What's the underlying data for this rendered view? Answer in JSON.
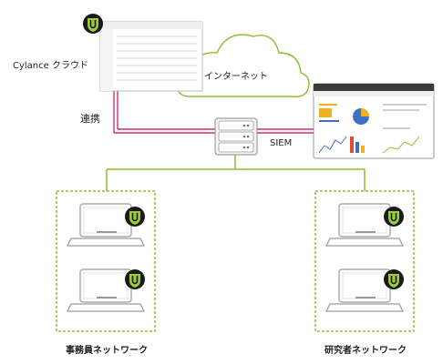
{
  "labels": {
    "cylance_cloud": "Cylance クラウド",
    "internet": "インターネット",
    "integration": "連携",
    "siem": "SIEM",
    "office_network": "事務員ネットワーク",
    "research_network": "研究者ネットワーク"
  },
  "colors": {
    "link": "#cc2f7c",
    "network": "#8dbf33",
    "cylance_badge": "#1a1a1a",
    "cylance_leaf": "#9ccc3c",
    "cloud_outline": "#8dbf33",
    "device_outline": "#9a9a9a"
  },
  "icons": {
    "cylance_logo": "cylance-shield-icon",
    "server": "server-icon",
    "laptop": "laptop-icon",
    "cloud": "cloud-icon"
  }
}
